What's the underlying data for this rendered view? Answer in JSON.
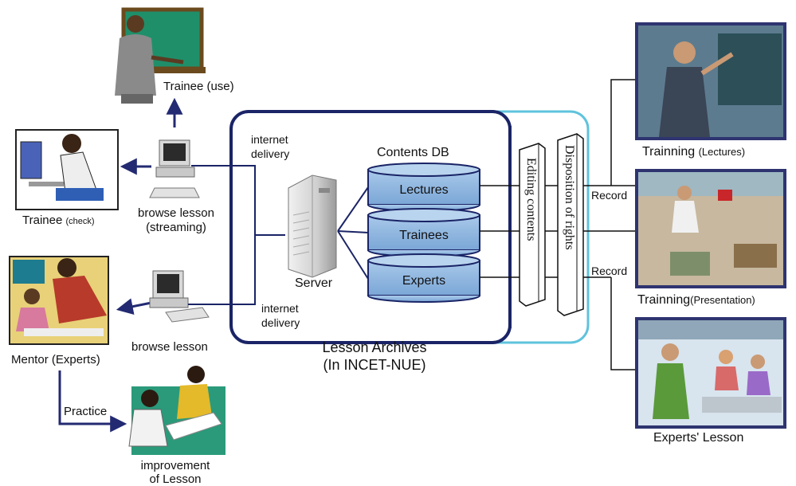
{
  "trainee_use": {
    "label": "Trainee (use)"
  },
  "trainee_check": {
    "label": "Trainee",
    "label_small": "(check)"
  },
  "mentor": {
    "label": "Mentor (Experts)"
  },
  "improvement": {
    "line1": "improvement",
    "line2": "of Lesson"
  },
  "practice": {
    "label": "Practice"
  },
  "browse_streaming": {
    "line1": "browse lesson",
    "line2": "(streaming)"
  },
  "browse_lesson": {
    "label": "browse lesson"
  },
  "delivery_top": {
    "line1": "internet",
    "line2": "delivery"
  },
  "delivery_bottom": {
    "line1": "internet",
    "line2": "delivery"
  },
  "server": {
    "label": "Server"
  },
  "contents_db": {
    "title": "Contents DB",
    "items": [
      "Lectures",
      "Trainees",
      "Experts"
    ]
  },
  "archive": {
    "line1": "Lesson  Archives",
    "line2": "(In INCET-NUE)"
  },
  "editing": {
    "label": "Editing contents"
  },
  "rights": {
    "label": "Disposition of rights"
  },
  "record_top": {
    "label": "Record"
  },
  "record_bottom": {
    "label": "Record"
  },
  "trainning_lectures": {
    "label": "Trainning",
    "label_small": "(Lectures)"
  },
  "trainning_presentation": {
    "label": "Trainning",
    "label_small": "(Presentation)"
  },
  "experts_lesson": {
    "label": "Experts' Lesson"
  },
  "colors": {
    "archive_border": "#1a2466",
    "outer_border": "#5fc3dc",
    "db_fill": "#8eb6df",
    "arrow": "#232a72"
  }
}
